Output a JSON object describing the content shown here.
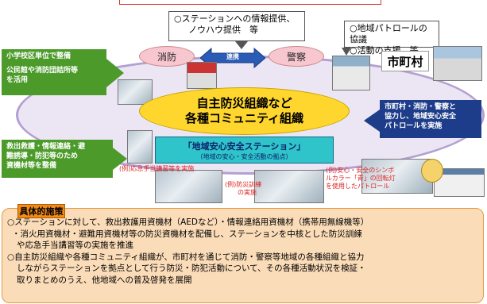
{
  "callouts": {
    "station_support": [
      "○ステーションへの情報提供、",
      "ノウハウ提供　等"
    ],
    "patrol": [
      "○地域パトロールの協議",
      "○活動の支援　等"
    ]
  },
  "nodes": {
    "fire": "消防",
    "police": "警察",
    "link": "連携",
    "municipality": "市町村"
  },
  "left_boxes": {
    "school": [
      "小学校区単位で整備",
      "公民館や消防団詰所等",
      "を活用"
    ],
    "equipment": [
      "救出救護・情報連絡・避",
      "難誘導・防犯等のため",
      "資機材等を整備"
    ]
  },
  "right_box": [
    "市町村・消防・警察と",
    "協力し、地域安心安全",
    "パトロールを実施"
  ],
  "center": [
    "自主防災組織など",
    "各種コミュニティ組織"
  ],
  "station": {
    "title": "「地域安心安全ステーション」",
    "subtitle": "（地域の安心・安全活動の拠点）"
  },
  "examples": {
    "first_aid": "(例)応急手当講習等を実施",
    "drill": [
      "(例)防災訓練",
      "の実施"
    ],
    "patrol_light": [
      "(例)安心・安全のシンボ",
      "ルカラー「青」の回転灯",
      "を使用したパトロール"
    ]
  },
  "measures": {
    "tag": "具体的施策",
    "lines": [
      "○ステーションに対して、救出救護用資機材（AEDなど）・情報連絡用資機材（携帯用無線機等）",
      "・消火用資機材・避難用資機材等の防災資機材を配備し、ステーションを中核とした防災訓練",
      "や応急手当講習等の実施を推進",
      "○自主防災組織や各種コミュニティ組織が、市町村を通じて消防・警察等地域の各種組織と協力",
      "しながらステーションを拠点として行う防災・防犯活動について、その各種活動状況を検証・",
      "取りまとめのうえ、他地域への普及啓発を展開"
    ]
  },
  "colors": {
    "ring": "#b39fd2",
    "center": "#ffd62e",
    "station": "#2ec4c9",
    "green_box": "#4c9b2a",
    "blue_box": "#1d3d8a",
    "measures_bg": "#fbdcb8",
    "tag": "#f08a18"
  }
}
